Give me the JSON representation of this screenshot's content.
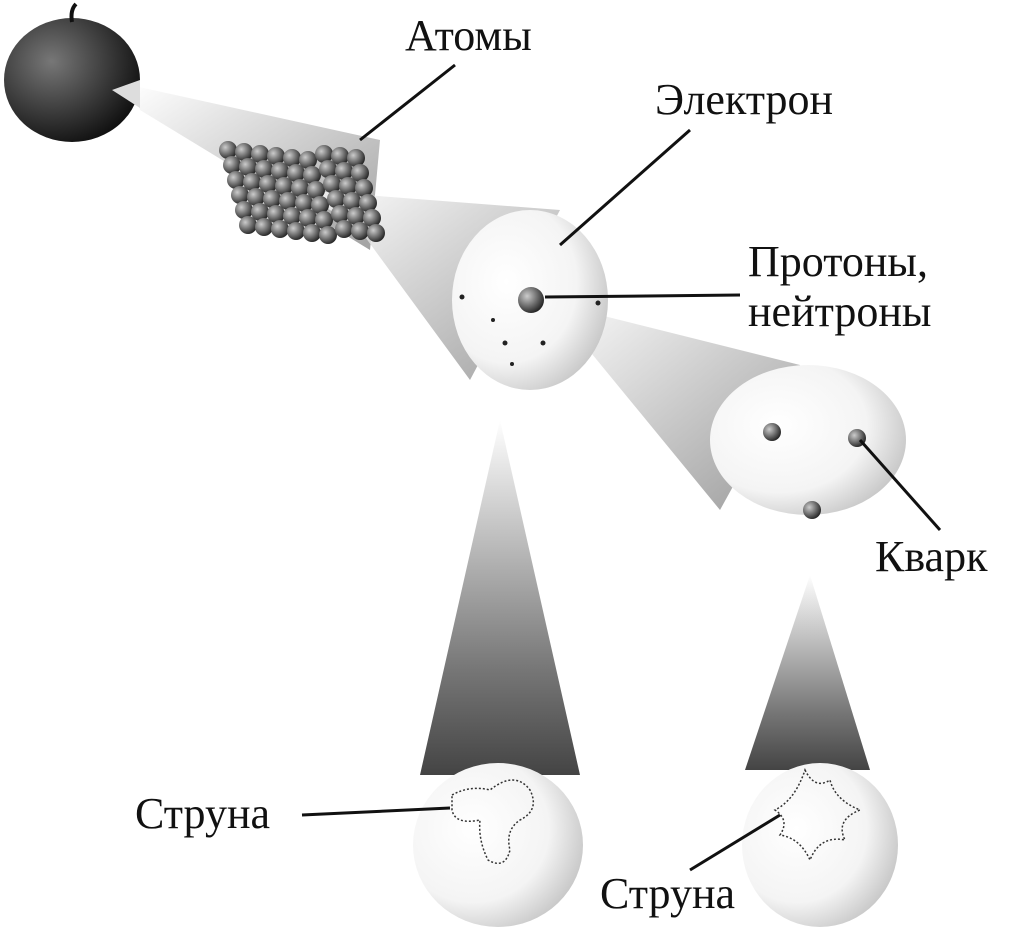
{
  "labels": {
    "atoms": "Атомы",
    "electron": "Электрон",
    "protons_line1": "Протоны,",
    "protons_line2": "нейтроны",
    "quark": "Кварк",
    "string_left": "Струна",
    "string_bottom": "Струна"
  },
  "colors": {
    "ink": "#111111",
    "apple": "#2a2a2a",
    "cone": "#9a9a9a"
  }
}
